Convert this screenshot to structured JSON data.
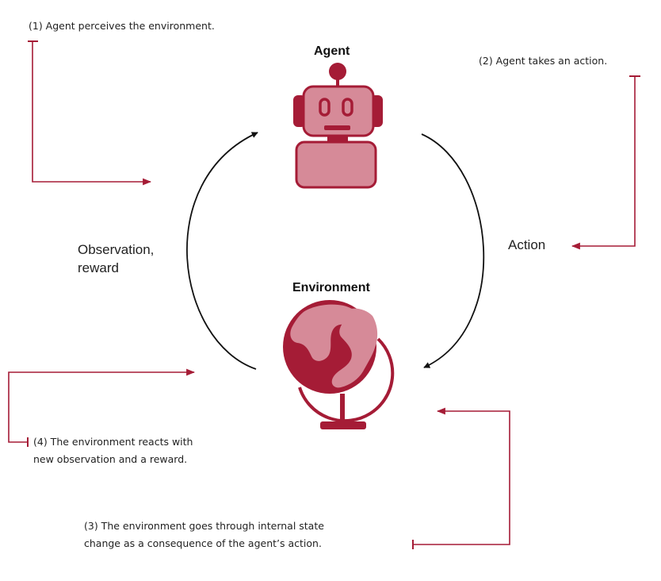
{
  "nodes": {
    "agent": {
      "title": "Agent"
    },
    "environment": {
      "title": "Environment"
    }
  },
  "edges": {
    "action": "Action",
    "observation_line1": "Observation,",
    "observation_line2": "reward"
  },
  "notes": {
    "step1": "(1) Agent perceives the environment.",
    "step2": "(2) Agent takes an action.",
    "step3_line1": "(3) The environment goes through internal state",
    "step3_line2": "change as a consequence of the agent’s action.",
    "step4_line1": "(4) The environment reacts with",
    "step4_line2": "new observation and a reward."
  },
  "colors": {
    "accent": "#a51c36",
    "accent_light": "#d68a98",
    "arrow": "#111111"
  }
}
